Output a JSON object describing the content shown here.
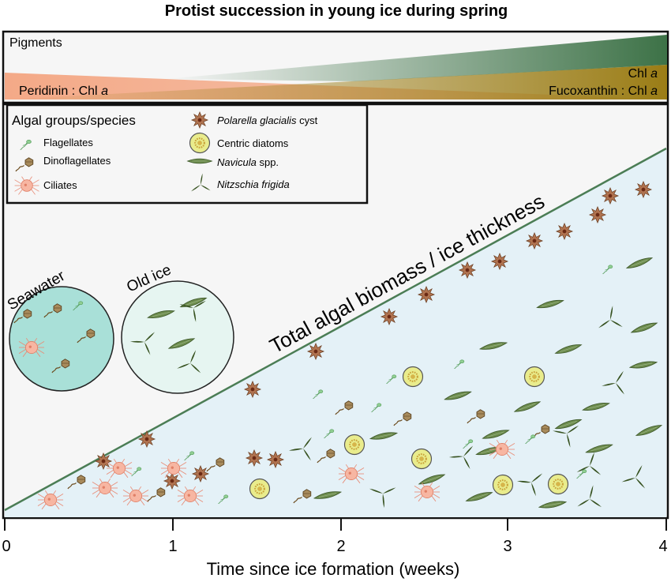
{
  "title": "Protist succession in young ice during spring",
  "pigments": {
    "heading": "Pigments",
    "chl": {
      "name": "Chl",
      "italic": "a"
    },
    "peridinin": {
      "prefix": "Peridinin : Chl",
      "italic": "a"
    },
    "fucoxanthin": {
      "prefix": "Fucoxanthin : Chl",
      "italic": "a"
    }
  },
  "legend": {
    "heading": "Algal groups/species",
    "left": [
      "Flagellates",
      "Dinoflagellates",
      "Ciliates"
    ],
    "right": [
      {
        "italic": "Polarella glacialis",
        "rest": " cyst"
      },
      {
        "italic": "",
        "rest": "Centric diatoms"
      },
      {
        "italic": "Navicula",
        "rest": " spp."
      },
      {
        "italic": "Nitzschia frigida",
        "rest": ""
      }
    ]
  },
  "circles": {
    "seawater": "Seawater",
    "old_ice": "Old ice"
  },
  "wedge_label": "Total algal biomass / ice thickness",
  "axis": {
    "xlabel": "Time since ice formation (weeks)",
    "ticks": [
      "0",
      "1",
      "2",
      "3",
      "4"
    ]
  },
  "colors": {
    "peridinin": "#f4a987",
    "fucoxanthin": "#9b7d16",
    "chl": "#3d7247",
    "wedge_fill": "#e4f1f7",
    "wedge_line": "#4b7d55",
    "seawater": "#a9e0d8",
    "old_ice": "#e6f5f1",
    "cyst": "#b07350",
    "diatom": "#e9ec8c",
    "navicula": "#6d8c4e",
    "nitzschia": "#36511f",
    "ciliate": "#f7b6a2",
    "dino": "#a88b5c",
    "flagellate": "#92cf94"
  },
  "icons": {
    "cyst": [
      [
        815,
        240
      ],
      [
        773,
        248
      ],
      [
        757,
        272
      ],
      [
        715,
        293
      ],
      [
        677,
        305
      ],
      [
        633,
        331
      ],
      [
        592,
        342
      ],
      [
        540,
        373
      ],
      [
        493,
        401
      ],
      [
        400,
        445
      ],
      [
        320,
        493
      ],
      [
        186,
        556
      ],
      [
        131,
        584
      ],
      [
        218,
        609
      ],
      [
        322,
        580
      ],
      [
        349,
        582
      ],
      [
        254,
        600
      ]
    ],
    "diatom": [
      [
        523,
        477
      ],
      [
        677,
        477
      ],
      [
        449,
        563
      ],
      [
        534,
        581
      ],
      [
        329,
        619
      ],
      [
        637,
        614
      ],
      [
        707,
        613
      ]
    ],
    "navicula": [
      [
        810,
        333
      ],
      [
        697,
        385
      ],
      [
        816,
        415
      ],
      [
        625,
        438
      ],
      [
        720,
        442
      ],
      [
        815,
        462
      ],
      [
        580,
        501
      ],
      [
        668,
        515
      ],
      [
        755,
        515
      ],
      [
        720,
        537
      ],
      [
        486,
        552
      ],
      [
        628,
        550
      ],
      [
        822,
        545
      ],
      [
        620,
        571
      ],
      [
        547,
        607
      ],
      [
        415,
        627
      ],
      [
        607,
        629
      ],
      [
        700,
        639
      ],
      [
        759,
        568
      ],
      [
        230,
        435
      ],
      [
        204,
        398
      ],
      [
        245,
        383
      ]
    ],
    "nitzschia": [
      [
        773,
        405
      ],
      [
        780,
        485
      ],
      [
        718,
        549
      ],
      [
        747,
        590
      ],
      [
        587,
        578
      ],
      [
        485,
        625
      ],
      [
        805,
        605
      ],
      [
        673,
        611
      ],
      [
        747,
        632
      ],
      [
        384,
        568
      ],
      [
        245,
        390
      ],
      [
        241,
        460
      ],
      [
        183,
        433
      ]
    ],
    "ciliate": [
      [
        220,
        593
      ],
      [
        151,
        593
      ],
      [
        133,
        618
      ],
      [
        241,
        628
      ],
      [
        172,
        628
      ],
      [
        64,
        633
      ],
      [
        445,
        600
      ],
      [
        541,
        623
      ],
      [
        636,
        569
      ],
      [
        40,
        440
      ]
    ],
    "dino": [
      [
        98,
        610
      ],
      [
        199,
        626
      ],
      [
        274,
        588
      ],
      [
        414,
        577
      ],
      [
        437,
        516
      ],
      [
        511,
        530
      ],
      [
        604,
        527
      ],
      [
        686,
        546
      ],
      [
        384,
        628
      ],
      [
        68,
        393
      ],
      [
        110,
        425
      ],
      [
        78,
        463
      ],
      [
        30,
        400
      ]
    ],
    "flagellate": [
      [
        31,
        180
      ],
      [
        241,
        576
      ],
      [
        284,
        631
      ],
      [
        174,
        596
      ],
      [
        404,
        498
      ],
      [
        497,
        479
      ],
      [
        478,
        515
      ],
      [
        418,
        548
      ],
      [
        583,
        460
      ],
      [
        594,
        561
      ],
      [
        673,
        555
      ],
      [
        738,
        599
      ],
      [
        771,
        340
      ],
      [
        100,
        386
      ]
    ]
  }
}
